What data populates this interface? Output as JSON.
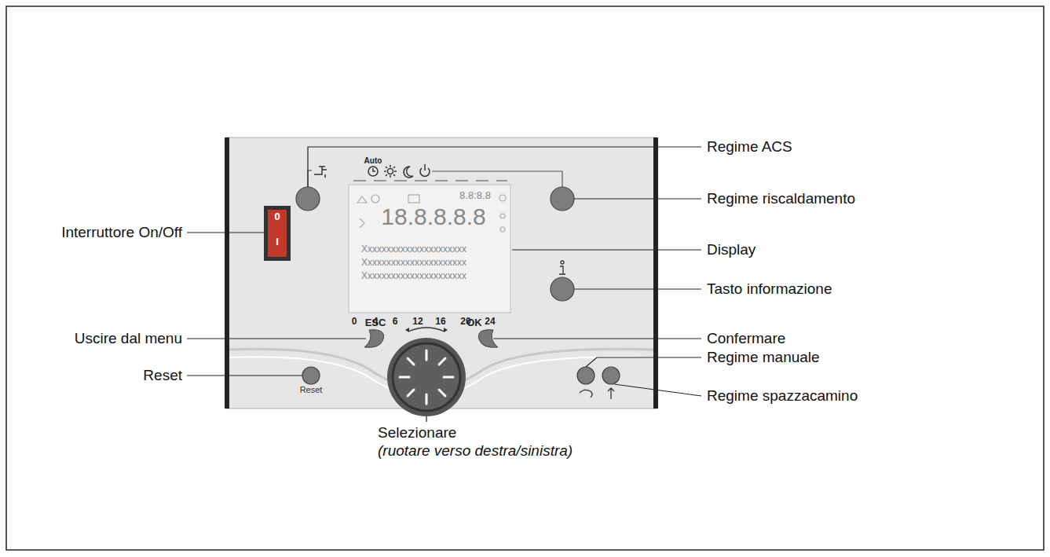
{
  "diagram": {
    "labels": [
      "Regime ACS",
      "Regime riscaldamento",
      "Interruttore On/Off",
      "Display",
      "Tasto informazione",
      "Uscire dal menu",
      "Confermare",
      "Regime manuale",
      "Reset",
      "Regime spazzacamino",
      "Selezionare",
      "(ruotare verso destra/sinistra)",
      "Auto",
      "ESC",
      "OK",
      "Reset",
      "0",
      "I",
      "0",
      "4",
      "6",
      "12",
      "16",
      "20",
      "24",
      "8.8:8.8",
      "18.8.8.8.8",
      "Xxxxxxxxxxxxxxxxxxxxxx",
      "Xxxxxxxxxxxxxxxxxxxxxx",
      "Xxxxxxxxxxxxxxxxxxxxxx"
    ]
  }
}
